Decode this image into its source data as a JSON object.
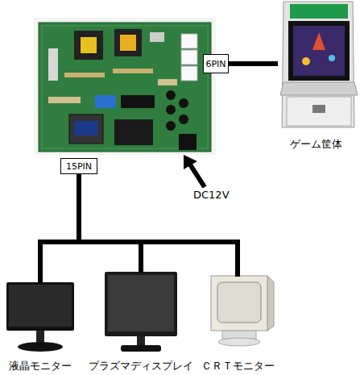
{
  "diagram": {
    "nodes": [
      {
        "text": [
          "6PIN"
        ]
      },
      {
        "text": [
          "15PIN"
        ]
      },
      {
        "text": [
          "ゲーム筐体"
        ]
      },
      {
        "text": [
          "液晶モニター"
        ]
      },
      {
        "text": [
          "プラズマディスプレイ"
        ]
      },
      {
        "text": [
          "ＣＲＴモニター"
        ]
      }
    ],
    "edges": [
      {
        "from": 0,
        "to": 2,
        "arrow": "none"
      },
      {
        "from": 1,
        "to": 3,
        "arrow": "none"
      },
      {
        "from": 1,
        "to": 4,
        "arrow": "none"
      },
      {
        "from": 1,
        "to": 5,
        "arrow": "none"
      }
    ],
    "labels": [
      "DC12V"
    ]
  }
}
